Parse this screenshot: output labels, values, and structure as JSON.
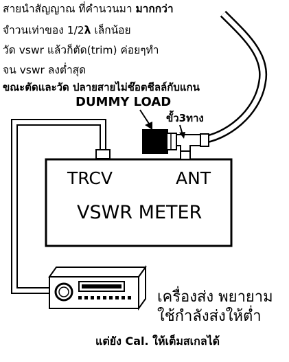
{
  "notes": {
    "line1_a": "สายนำสัญญาณ ที่คำนวนมา ",
    "line1_b": "มากกว่า",
    "line2_a": "จำวนเท่าของ 1/2",
    "line2_lambda": "λ",
    "line2_b": " เล็กน้อย",
    "line3": "วัด vswr แล้วก็ตัด(trim)   ค่อยๆทำ",
    "line4": "จน vswr ลงต่ำสุด",
    "line5": "ขณะตัดและวัด ปลายสายไม่ช๊อตชีลล์กับแกน"
  },
  "labels": {
    "dummy_load": "DUMMY LOAD",
    "tee": "ขั้ว3ทาง",
    "trcv": "TRCV",
    "ant": "ANT",
    "meter": "VSWR METER",
    "tx_line1": "เครื่องส่ง พยายาม",
    "tx_line2": "ใช้กำลังส่งให้ต่ำ",
    "footer": "แต่ยัง Cal. ให้เต็มสเกลได้"
  }
}
